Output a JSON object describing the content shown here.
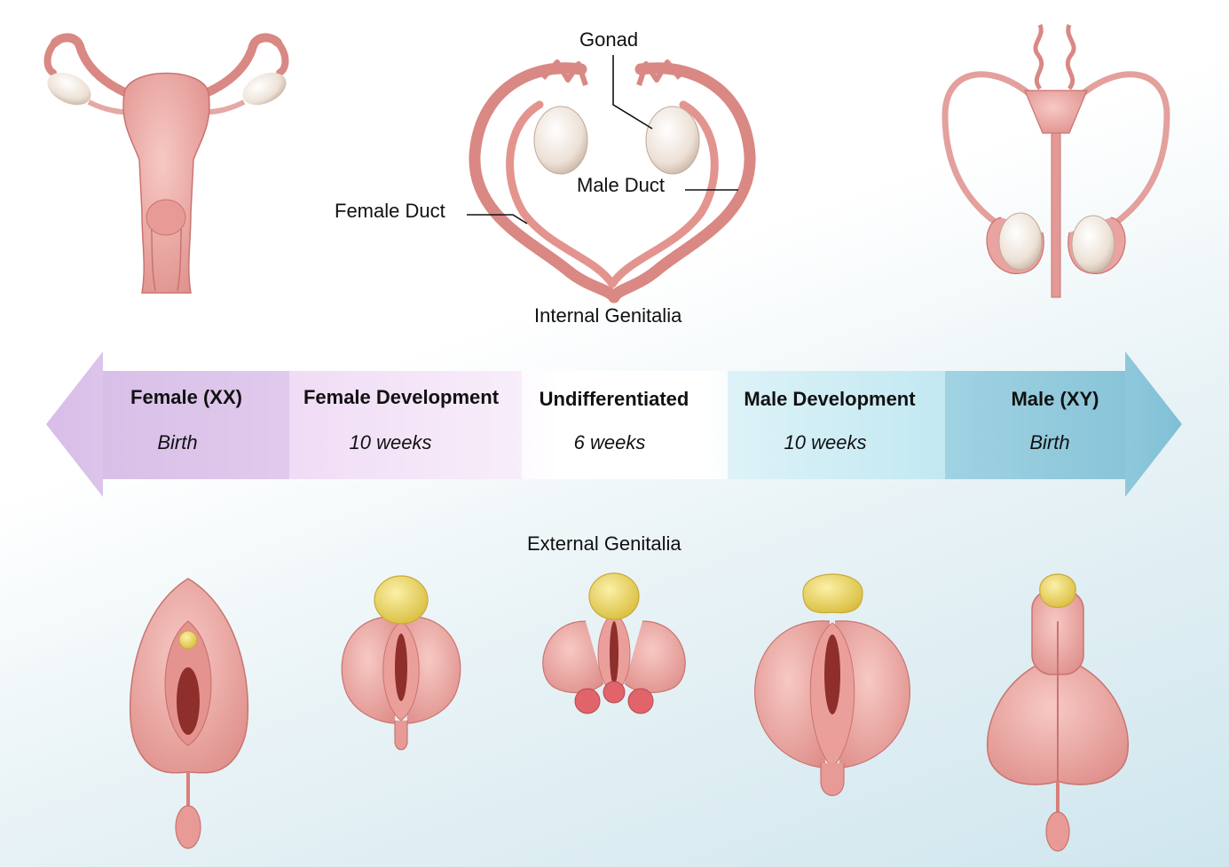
{
  "internal_labels": {
    "gonad": "Gonad",
    "male_duct": "Male Duct",
    "female_duct": "Female Duct",
    "section": "Internal Genitalia"
  },
  "timeline": {
    "stages": [
      {
        "title": "Female (XX)",
        "time": "Birth"
      },
      {
        "title": "Female Development",
        "time": "10 weeks"
      },
      {
        "title": "Undifferentiated",
        "time": "6 weeks"
      },
      {
        "title": "Male Development",
        "time": "10 weeks"
      },
      {
        "title": "Male (XY)",
        "time": "Birth"
      }
    ]
  },
  "external_labels": {
    "section": "External Genitalia"
  },
  "colors": {
    "tissue": "#e9a3a0",
    "tissue_dark": "#c9706e",
    "tissue_light": "#f4c3bf",
    "gonad": "#f0e6dc",
    "glans": "#ecd66a",
    "arrow_female": "#d9bfe8",
    "arrow_male": "#86c3d8"
  }
}
